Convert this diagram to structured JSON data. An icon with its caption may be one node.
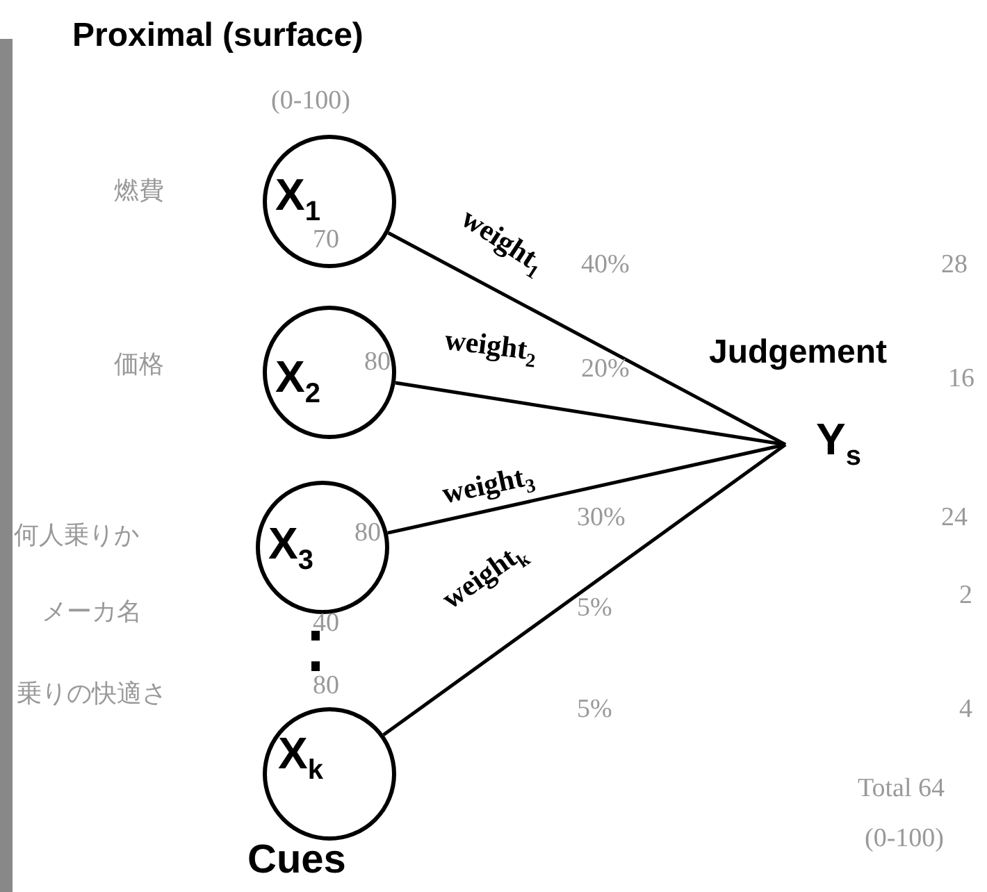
{
  "diagram": {
    "title": "Proximal (surface)",
    "nodes": [
      {
        "text": [
          "X$_{1}$"
        ]
      },
      {
        "text": [
          "X$_{2}$"
        ]
      },
      {
        "text": [
          "X$_{3}$"
        ]
      },
      {
        "text": [
          "X$_{k}$"
        ],
        "beside": [
          "Cues"
        ]
      },
      {
        "text": [
          "Y$_{s}$"
        ],
        "beside": [
          "Judgement"
        ]
      }
    ],
    "edges": [
      {
        "from": 0,
        "to": 4,
        "arrow": "none",
        "label": "weight$_{1}$"
      },
      {
        "from": 1,
        "to": 4,
        "arrow": "none",
        "label": "weight$_{2}$"
      },
      {
        "from": 2,
        "to": 4,
        "arrow": "none",
        "label": "weight$_{3}$"
      },
      {
        "from": 3,
        "to": 4,
        "arrow": "none",
        "label": "weight$_{k}$"
      }
    ],
    "labels": [
      "(0-100)",
      "燃費",
      "70",
      "価格",
      "80",
      "何人乗りか",
      "80",
      "メーカ名",
      "40",
      "乗りの快適さ",
      "80",
      "40%",
      "28",
      "20%",
      "16",
      "30%",
      "24",
      "5%",
      "2",
      "5%",
      "4",
      "Total 64",
      "(0-100)"
    ]
  }
}
